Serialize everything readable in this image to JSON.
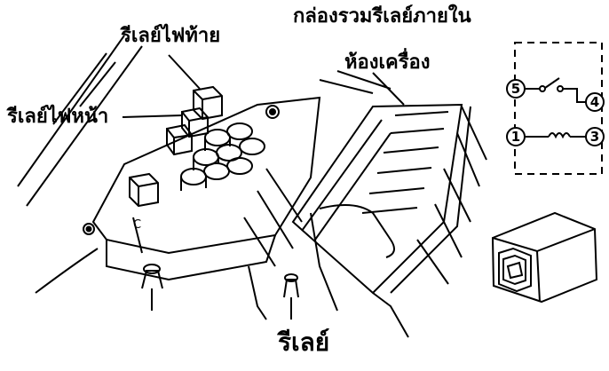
{
  "labels": {
    "tail_light_relay": "รีเลย์ไฟท้าย",
    "head_light_relay": "รีเลย์ไฟหน้า",
    "engine_relay_box_line1": "กล่องรวมรีเลย์ภายใน",
    "engine_relay_box_line2": "ห้องเครื่อง",
    "caption": "รีเลย์"
  },
  "relay_symbol": {
    "pins": {
      "p1": "1",
      "p3": "3",
      "p4": "4",
      "p5": "5"
    }
  },
  "icons": {
    "relay_box_illustration": "engine-bay-relay-box",
    "relay_schematic": "relay-schematic",
    "relay_component": "relay-component"
  }
}
